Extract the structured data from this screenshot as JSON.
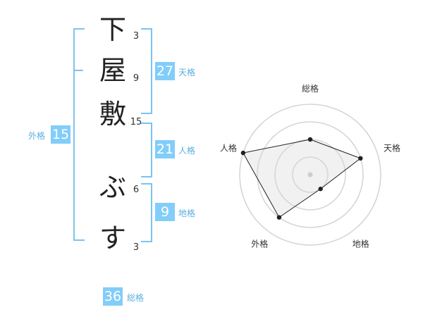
{
  "name_chars": [
    {
      "char": "下",
      "strokes": "3"
    },
    {
      "char": "屋",
      "strokes": "9"
    },
    {
      "char": "敷",
      "strokes": "15"
    },
    {
      "char": "ぶ",
      "strokes": "6"
    },
    {
      "char": "す",
      "strokes": "3"
    }
  ],
  "fortunes": {
    "tenkaku": {
      "value": "27",
      "label": "天格"
    },
    "jinkaku": {
      "value": "21",
      "label": "人格"
    },
    "chikaku": {
      "value": "9",
      "label": "地格"
    },
    "gaikaku": {
      "value": "15",
      "label": "外格"
    },
    "soukaku": {
      "value": "36",
      "label": "総格"
    }
  },
  "radar": {
    "axes": [
      "総格",
      "天格",
      "地格",
      "外格",
      "人格"
    ],
    "values": [
      0.5,
      0.75,
      0.25,
      0.75,
      1.0
    ],
    "max": 1.0,
    "rings": 4
  },
  "colors": {
    "accent": "#82cdf9",
    "bracket": "#7cc3f0",
    "label": "#5aaee0"
  }
}
